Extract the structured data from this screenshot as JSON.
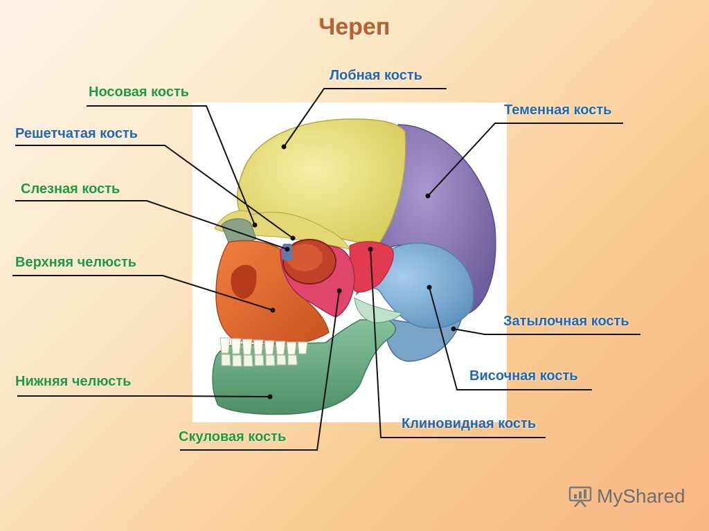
{
  "title": "Череп",
  "labels": {
    "nasal": "Носовая кость",
    "frontal": "Лобная кость",
    "parietal": "Теменная кость",
    "ethmoid": "Решетчатая кость",
    "lacrimal": "Слезная кость",
    "maxilla": "Верхняя челюсть",
    "occipital": "Затылочная кость",
    "temporal": "Височная кость",
    "mandible": "Нижняя челюсть",
    "sphenoid": "Клиновидная кость",
    "zygomatic": "Скуловая кость"
  },
  "colors": {
    "frontal": "#ebe07a",
    "parietal": "#8f7bb7",
    "temporal": "#85b5d8",
    "occipital": "#7aa3c8",
    "maxilla": "#ea6a2d",
    "zygomatic": "#e0466d",
    "sphenoid": "#e23a50",
    "mandible": "#6fae86",
    "green_label": "#1e9a3a",
    "blue_label": "#2367b2"
  },
  "watermark": "MyShared"
}
